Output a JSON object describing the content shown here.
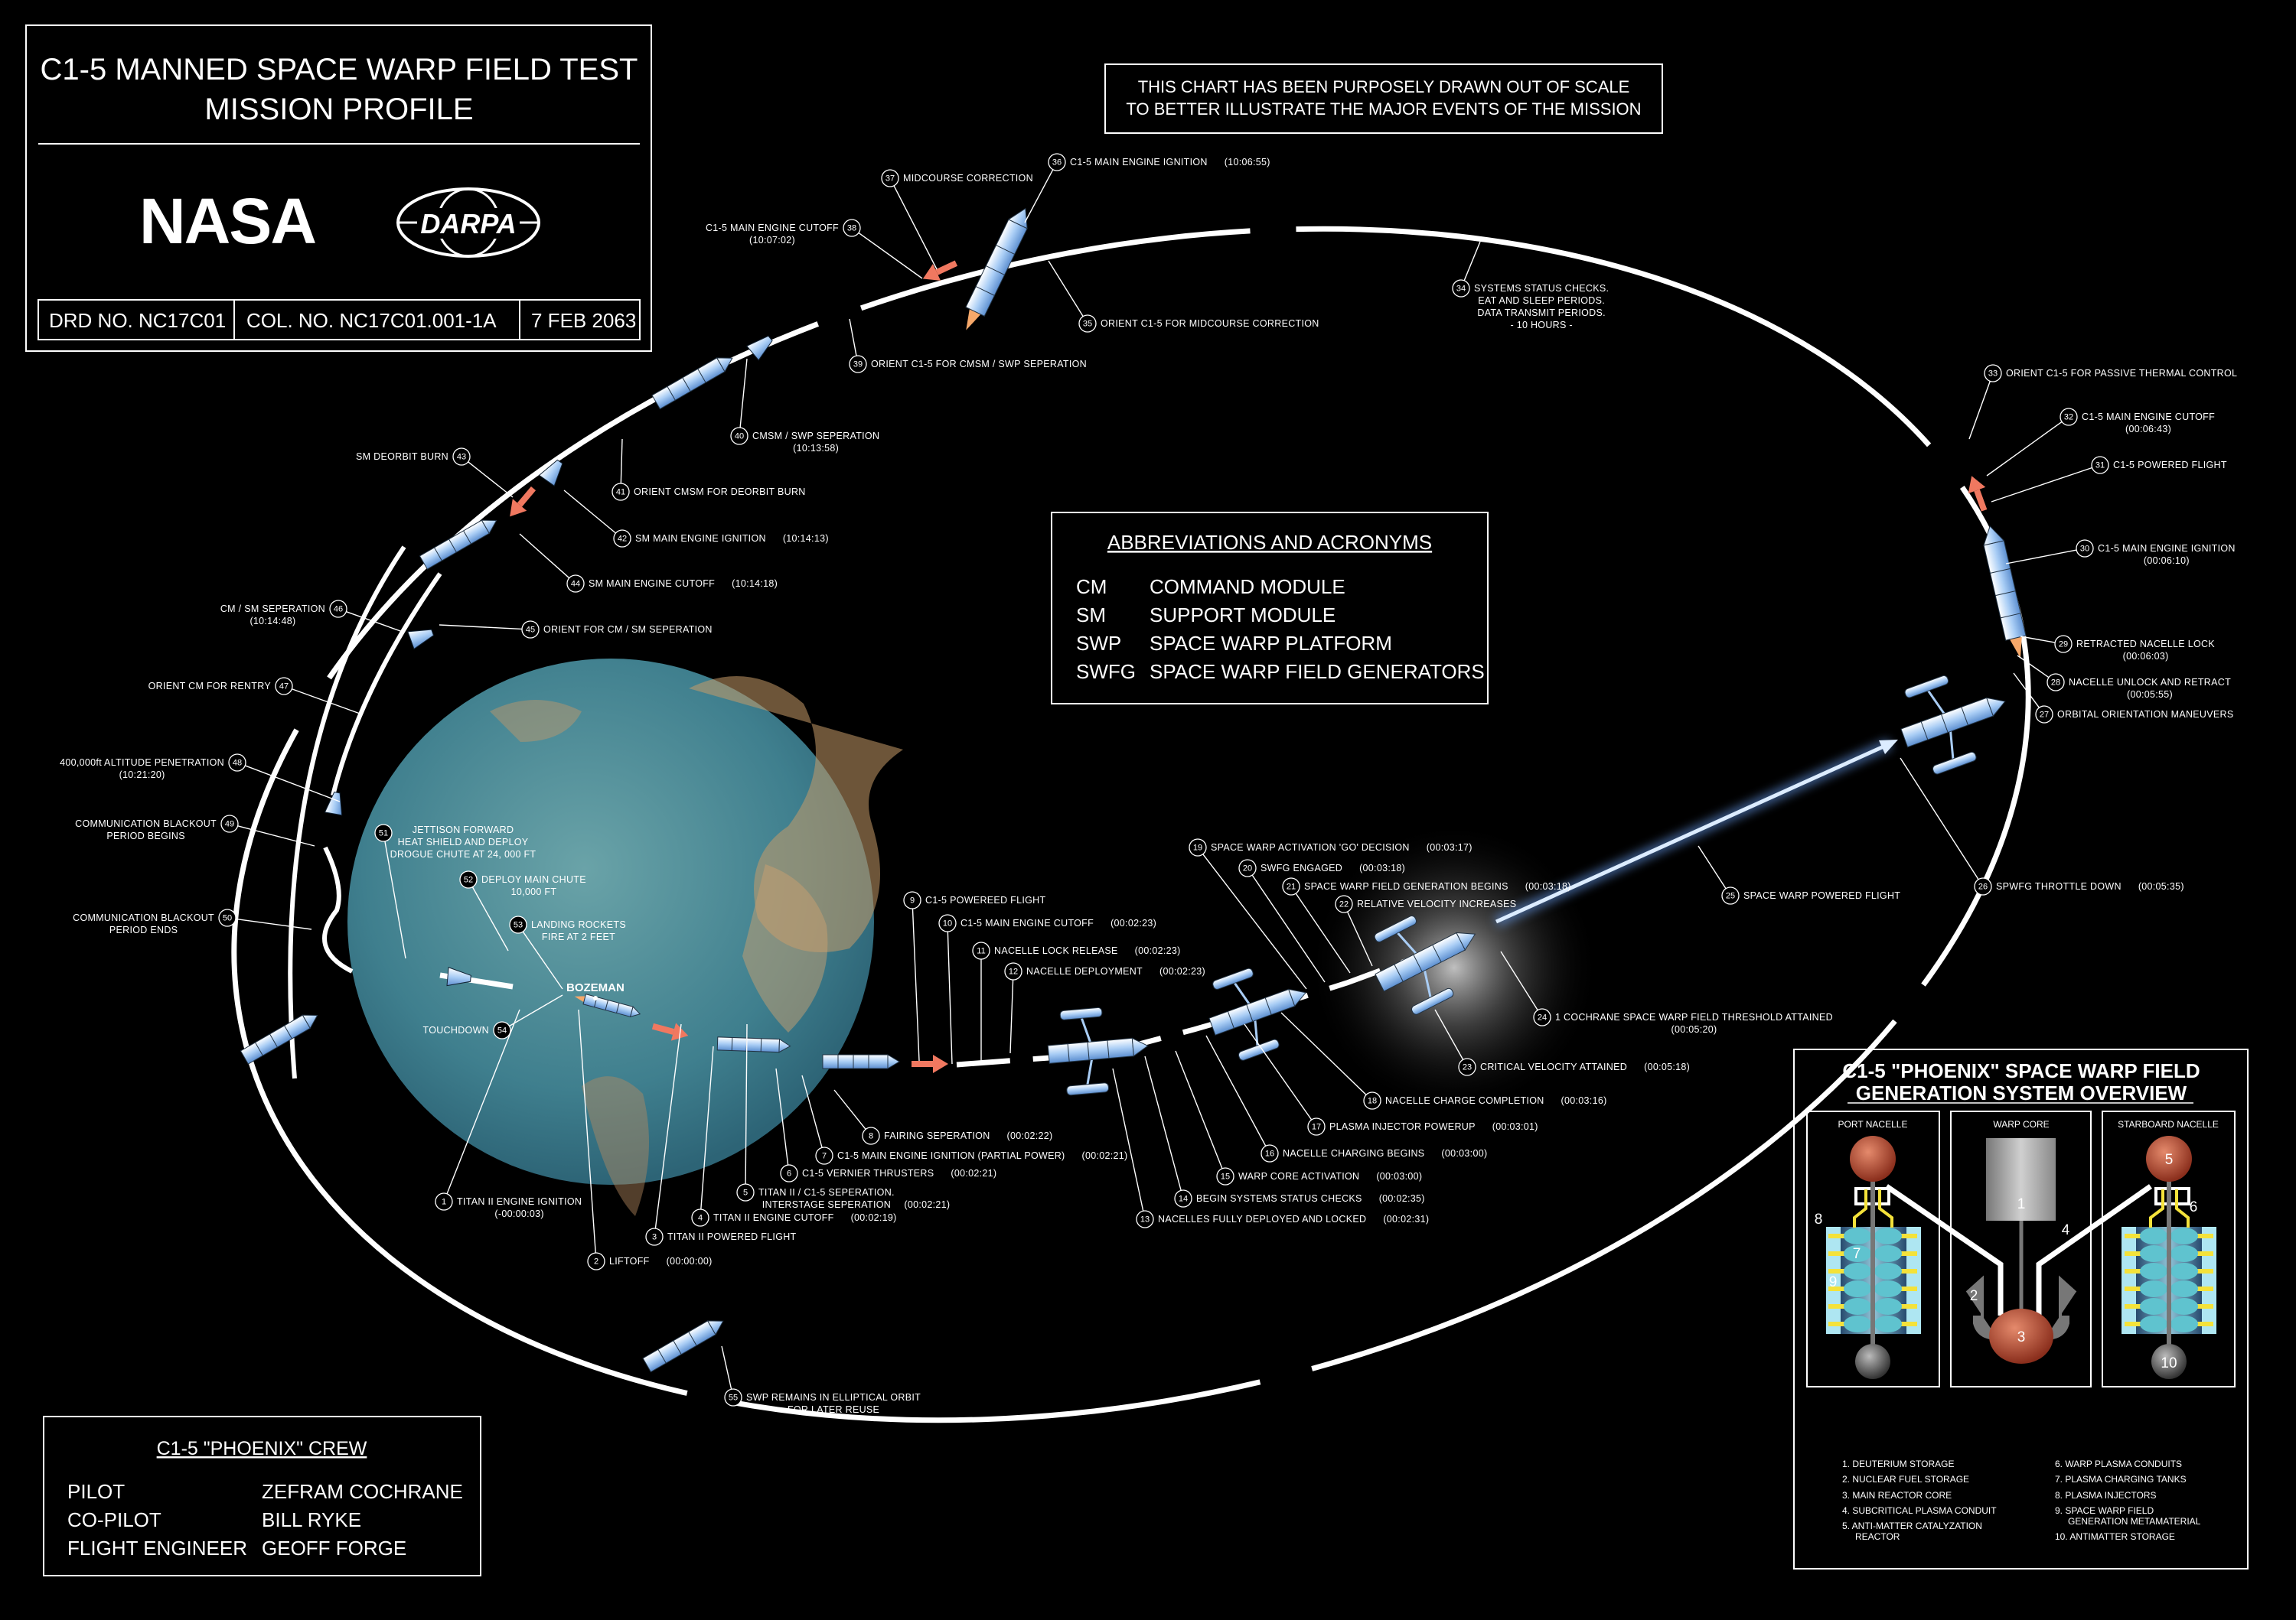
{
  "title_block": {
    "title_line1": "C1-5 MANNED SPACE WARP FIELD TEST",
    "title_line2": "MISSION PROFILE",
    "logo_left": "NASA",
    "logo_right": "DARPA",
    "drd_no": "DRD NO. NC17C01",
    "col_no": "COL. NO. NC17C01.001-1A",
    "date": "7 FEB 2063"
  },
  "scale_note": {
    "line1": "THIS CHART HAS BEEN PURPOSELY DRAWN OUT OF SCALE",
    "line2": "TO BETTER ILLUSTRATE THE MAJOR EVENTS OF THE MISSION"
  },
  "abbreviations": {
    "title": "ABBREVIATIONS AND ACRONYMS",
    "items": [
      {
        "abbr": "CM",
        "meaning": "COMMAND MODULE"
      },
      {
        "abbr": "SM",
        "meaning": "SUPPORT MODULE"
      },
      {
        "abbr": "SWP",
        "meaning": "SPACE WARP PLATFORM"
      },
      {
        "abbr": "SWFG",
        "meaning": "SPACE WARP FIELD GENERATORS"
      }
    ]
  },
  "crew": {
    "title": "C1-5 \"PHOENIX\" CREW",
    "members": [
      {
        "role": "PILOT",
        "name": "ZEFRAM COCHRANE"
      },
      {
        "role": "CO-PILOT",
        "name": "BILL RYKE"
      },
      {
        "role": "FLIGHT ENGINEER",
        "name": "GEOFF FORGE"
      }
    ]
  },
  "place_label": "BOZEMAN",
  "events": [
    {
      "num": "1",
      "lines": [
        "TITAN II ENGINE IGNITION"
      ],
      "time": "(-00:00:03)"
    },
    {
      "num": "2",
      "lines": [
        "LIFTOFF"
      ],
      "time": "(00:00:00)"
    },
    {
      "num": "3",
      "lines": [
        "TITAN II POWERED FLIGHT"
      ],
      "time": ""
    },
    {
      "num": "4",
      "lines": [
        "TITAN II ENGINE CUTOFF"
      ],
      "time": "(00:02:19)"
    },
    {
      "num": "5",
      "lines": [
        "TITAN II / C1-5 SEPERATION.",
        "INTERSTAGE SEPERATION"
      ],
      "time": "(00:02:21)"
    },
    {
      "num": "6",
      "lines": [
        "C1-5 VERNIER THRUSTERS"
      ],
      "time": "(00:02:21)"
    },
    {
      "num": "7",
      "lines": [
        "C1-5 MAIN ENGINE IGNITION (PARTIAL POWER)"
      ],
      "time": "(00:02:21)"
    },
    {
      "num": "8",
      "lines": [
        "FAIRING SEPERATION"
      ],
      "time": "(00:02:22)"
    },
    {
      "num": "9",
      "lines": [
        "C1-5 POWEREED FLIGHT"
      ],
      "time": ""
    },
    {
      "num": "10",
      "lines": [
        "C1-5 MAIN ENGINE CUTOFF"
      ],
      "time": "(00:02:23)"
    },
    {
      "num": "11",
      "lines": [
        "NACELLE LOCK RELEASE"
      ],
      "time": "(00:02:23)"
    },
    {
      "num": "12",
      "lines": [
        "NACELLE DEPLOYMENT"
      ],
      "time": "(00:02:23)"
    },
    {
      "num": "13",
      "lines": [
        "NACELLES FULLY DEPLOYED AND LOCKED"
      ],
      "time": "(00:02:31)"
    },
    {
      "num": "14",
      "lines": [
        "BEGIN SYSTEMS STATUS CHECKS"
      ],
      "time": "(00:02:35)"
    },
    {
      "num": "15",
      "lines": [
        "WARP CORE ACTIVATION"
      ],
      "time": "(00:03:00)"
    },
    {
      "num": "16",
      "lines": [
        "NACELLE CHARGING BEGINS"
      ],
      "time": "(00:03:00)"
    },
    {
      "num": "17",
      "lines": [
        "PLASMA INJECTOR POWERUP"
      ],
      "time": "(00:03:01)"
    },
    {
      "num": "18",
      "lines": [
        "NACELLE CHARGE COMPLETION"
      ],
      "time": "(00:03:16)"
    },
    {
      "num": "19",
      "lines": [
        "SPACE WARP ACTIVATION 'GO' DECISION"
      ],
      "time": "(00:03:17)"
    },
    {
      "num": "20",
      "lines": [
        "SWFG ENGAGED"
      ],
      "time": "(00:03:18)"
    },
    {
      "num": "21",
      "lines": [
        "SPACE WARP FIELD GENERATION BEGINS"
      ],
      "time": "(00:03:18)"
    },
    {
      "num": "22",
      "lines": [
        "RELATIVE VELOCITY INCREASES"
      ],
      "time": ""
    },
    {
      "num": "23",
      "lines": [
        "CRITICAL VELOCITY ATTAINED"
      ],
      "time": "(00:05:18)"
    },
    {
      "num": "24",
      "lines": [
        "1 COCHRANE SPACE WARP FIELD THRESHOLD ATTAINED"
      ],
      "time": "(00:05:20)"
    },
    {
      "num": "25",
      "lines": [
        "SPACE WARP POWERED FLIGHT"
      ],
      "time": ""
    },
    {
      "num": "26",
      "lines": [
        "SPWFG THROTTLE DOWN"
      ],
      "time": "(00:05:35)"
    },
    {
      "num": "27",
      "lines": [
        "ORBITAL ORIENTATION MANEUVERS"
      ],
      "time": ""
    },
    {
      "num": "28",
      "lines": [
        "NACELLE UNLOCK AND RETRACT"
      ],
      "time": "(00:05:55)"
    },
    {
      "num": "29",
      "lines": [
        "RETRACTED NACELLE LOCK"
      ],
      "time": "(00:06:03)"
    },
    {
      "num": "30",
      "lines": [
        "C1-5 MAIN ENGINE IGNITION"
      ],
      "time": "(00:06:10)"
    },
    {
      "num": "31",
      "lines": [
        "C1-5 POWERED FLIGHT"
      ],
      "time": ""
    },
    {
      "num": "32",
      "lines": [
        "C1-5 MAIN ENGINE CUTOFF"
      ],
      "time": "(00:06:43)"
    },
    {
      "num": "33",
      "lines": [
        "ORIENT C1-5 FOR PASSIVE THERMAL CONTROL"
      ],
      "time": ""
    },
    {
      "num": "34",
      "lines": [
        "SYSTEMS STATUS CHECKS.",
        "EAT AND SLEEP PERIODS.",
        "DATA TRANSMIT PERIODS.",
        "- 10 HOURS -"
      ],
      "time": ""
    },
    {
      "num": "35",
      "lines": [
        "ORIENT  C1-5 FOR MIDCOURSE CORRECTION"
      ],
      "time": ""
    },
    {
      "num": "36",
      "lines": [
        "C1-5 MAIN ENGINE IGNITION"
      ],
      "time": "(10:06:55)"
    },
    {
      "num": "37",
      "lines": [
        "MIDCOURSE CORRECTION"
      ],
      "time": ""
    },
    {
      "num": "38",
      "lines": [
        "C1-5 MAIN ENGINE CUTOFF"
      ],
      "time": "(10:07:02)"
    },
    {
      "num": "39",
      "lines": [
        "ORIENT C1-5 FOR CMSM / SWP SEPERATION"
      ],
      "time": ""
    },
    {
      "num": "40",
      "lines": [
        "CMSM / SWP SEPERATION"
      ],
      "time": "(10:13:58)"
    },
    {
      "num": "41",
      "lines": [
        "ORIENT CMSM FOR DEORBIT BURN"
      ],
      "time": ""
    },
    {
      "num": "42",
      "lines": [
        "SM MAIN ENGINE IGNITION"
      ],
      "time": "(10:14:13)"
    },
    {
      "num": "43",
      "lines": [
        "SM DEORBIT BURN"
      ],
      "time": ""
    },
    {
      "num": "44",
      "lines": [
        "SM MAIN ENGINE CUTOFF"
      ],
      "time": "(10:14:18)"
    },
    {
      "num": "45",
      "lines": [
        "ORIENT FOR CM / SM SEPERATION"
      ],
      "time": ""
    },
    {
      "num": "46",
      "lines": [
        "CM / SM SEPERATION"
      ],
      "time": "(10:14:48)"
    },
    {
      "num": "47",
      "lines": [
        "ORIENT CM FOR RENTRY"
      ],
      "time": ""
    },
    {
      "num": "48",
      "lines": [
        "400,000ft ALTITUDE PENETRATION"
      ],
      "time": "(10:21:20)"
    },
    {
      "num": "49",
      "lines": [
        "COMMUNICATION BLACKOUT",
        "PERIOD BEGINS"
      ],
      "time": ""
    },
    {
      "num": "50",
      "lines": [
        "COMMUNICATION BLACKOUT",
        "PERIOD ENDS"
      ],
      "time": ""
    },
    {
      "num": "51",
      "lines": [
        "JETTISON FORWARD",
        "HEAT SHIELD AND DEPLOY",
        "DROGUE CHUTE AT 24, 000 FT"
      ],
      "time": ""
    },
    {
      "num": "52",
      "lines": [
        "DEPLOY MAIN CHUTE",
        "10,000 FT"
      ],
      "time": ""
    },
    {
      "num": "53",
      "lines": [
        "LANDING ROCKETS",
        "FIRE AT 2 FEET"
      ],
      "time": ""
    },
    {
      "num": "54",
      "lines": [
        "TOUCHDOWN"
      ],
      "time": ""
    },
    {
      "num": "55",
      "lines": [
        "SWP REMAINS IN ELLIPTICAL ORBIT",
        "FOR LATER REUSE"
      ],
      "time": ""
    }
  ],
  "warp_system": {
    "title_line1": "C1-5 \"PHOENIX\" SPACE WARP FIELD",
    "title_line2": "GENERATION SYSTEM OVERVIEW",
    "panels": [
      "PORT NACELLE",
      "WARP CORE",
      "STARBOARD NACELLE"
    ],
    "callouts": [
      "1",
      "2",
      "3",
      "4",
      "5",
      "6",
      "7",
      "8",
      "9",
      "10"
    ],
    "legend_left": [
      "1. DEUTERIUM STORAGE",
      "2. NUCLEAR FUEL STORAGE",
      "3. MAIN REACTOR CORE",
      "4. SUBCRITICAL PLASMA CONDUIT",
      "5. ANTI-MATTER CATALYZATION",
      "REACTOR"
    ],
    "legend_right": [
      "6. WARP PLASMA CONDUITS",
      "7. PLASMA CHARGING TANKS",
      "8. PLASMA INJECTORS",
      "9. SPACE WARP FIELD",
      "GENERATION METAMATERIAL",
      "10. ANTIMATTER STORAGE"
    ],
    "colors": {
      "reactor": "#b5442c",
      "conduit_yellow": "#f4e23a",
      "tank": "#5fc3cf",
      "metamaterial": "#aee6f2"
    }
  },
  "colors": {
    "background": "#000000",
    "arrow": "#f07860",
    "warp_beam": "#9cc8ff",
    "spacecraft": "#b9d7f7"
  }
}
